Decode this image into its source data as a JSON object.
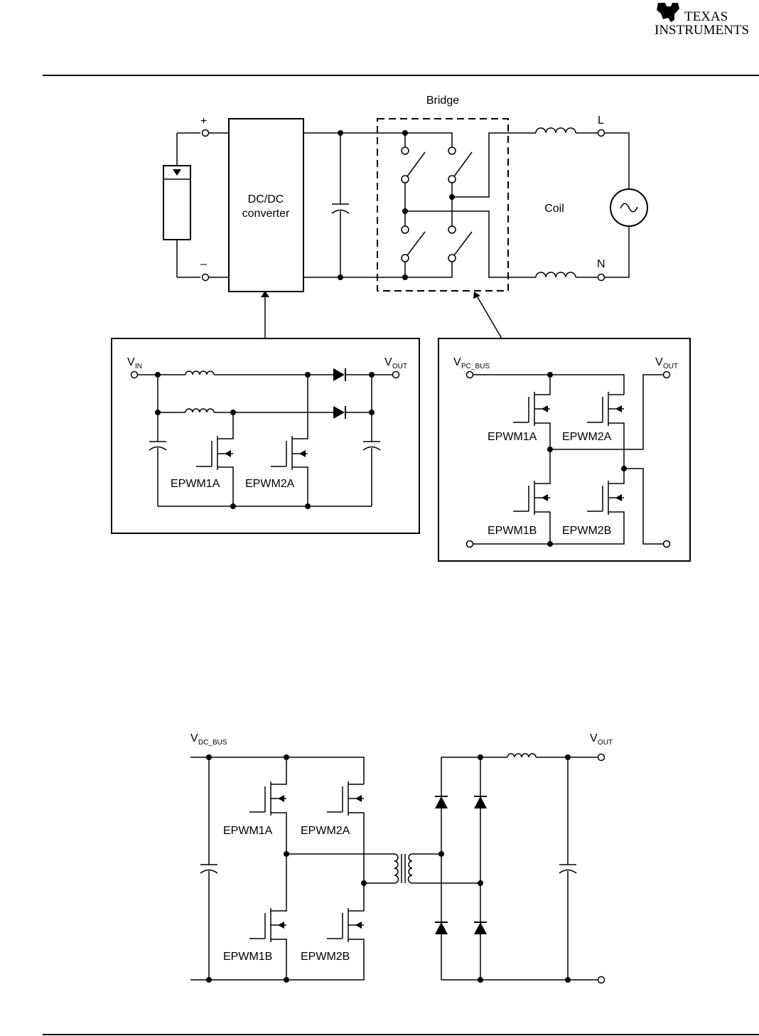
{
  "logo": {
    "line1": "TEXAS",
    "line2": "INSTRUMENTS"
  },
  "block": {
    "polarity_plus": "+",
    "polarity_minus": "–",
    "dcdc_line1": "DC/DC",
    "dcdc_line2": "converter",
    "bridge": "Bridge",
    "coil": "Coil",
    "line_L": "L",
    "line_N": "N"
  },
  "boost": {
    "vin_v": "V",
    "vin_sub": "IN",
    "vout_v": "V",
    "vout_sub": "OUT",
    "sw1": "EPWM1A",
    "sw2": "EPWM2A"
  },
  "hbridge": {
    "vbus_v": "V",
    "vbus_sub": "PC_BUS",
    "vout_v": "V",
    "vout_sub": "OUT",
    "q1": "EPWM1A",
    "q2": "EPWM2A",
    "q3": "EPWM1B",
    "q4": "EPWM2B"
  },
  "fullbridge": {
    "vbus_v": "V",
    "vbus_sub": "DC_BUS",
    "vout_v": "V",
    "vout_sub": "OUT",
    "q1": "EPWM1A",
    "q2": "EPWM2A",
    "q3": "EPWM1B",
    "q4": "EPWM2B"
  }
}
